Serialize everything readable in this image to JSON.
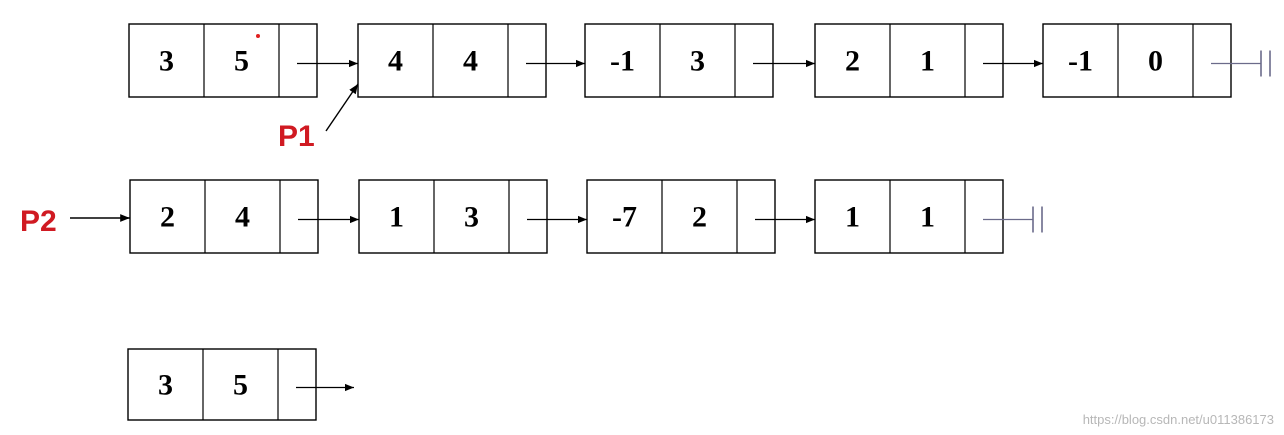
{
  "lists": [
    {
      "id": "polyA",
      "nodes": [
        {
          "coef": "3",
          "exp": "5"
        },
        {
          "coef": "4",
          "exp": "4"
        },
        {
          "coef": "-1",
          "exp": "3"
        },
        {
          "coef": "2",
          "exp": "1"
        },
        {
          "coef": "-1",
          "exp": "0"
        }
      ],
      "terminated": true
    },
    {
      "id": "polyB",
      "nodes": [
        {
          "coef": "2",
          "exp": "4"
        },
        {
          "coef": "1",
          "exp": "3"
        },
        {
          "coef": "-7",
          "exp": "2"
        },
        {
          "coef": "1",
          "exp": "1"
        }
      ],
      "terminated": true
    },
    {
      "id": "result",
      "nodes": [
        {
          "coef": "3",
          "exp": "5"
        }
      ],
      "terminated": false
    }
  ],
  "pointers": {
    "p1": {
      "label": "P1",
      "targets": "polyA node 2"
    },
    "p2": {
      "label": "P2",
      "targets": "polyB node 1"
    }
  },
  "colors": {
    "line": "#000000",
    "pointer_label": "#d01a22",
    "null_marker": "#6b6b8a",
    "marker_dot": "#e02020"
  },
  "watermark": "https://blog.csdn.net/u011386173"
}
